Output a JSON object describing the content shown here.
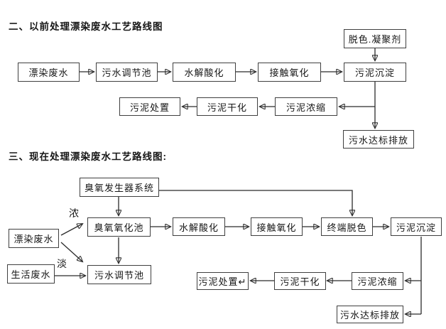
{
  "colors": {
    "background": "#ffffff",
    "box_border": "#3f3f3f",
    "line": "#2b2b2b",
    "text": "#161616"
  },
  "prev": {
    "title": "二、以前处理漂染废水工艺路线图",
    "nodes": {
      "dye_wastewater": "漂染废水",
      "adjust_tank": "污水调节池",
      "hydrolysis_acidification": "水解酸化",
      "contact_oxidation": "接触氧化",
      "sludge_sedimentation": "污泥沉淀",
      "decolor_coagulant": "脱色.凝聚剂",
      "sludge_disposal": "污泥处置",
      "sludge_drying": "污泥干化",
      "sludge_thickening": "污泥浓缩",
      "discharge_standard": "污水达标排放"
    }
  },
  "current": {
    "title": "三、现在处理漂染废水工艺路线图:",
    "nodes": {
      "ozone_generator_system": "臭氧发生器系统",
      "ozone_oxidation_tank": "臭氧氧化池",
      "hydrolysis_acidification": "水解酸化",
      "contact_oxidation": "接触氧化",
      "terminal_decolor": "终端脱色",
      "sludge_sedimentation": "污泥沉淀",
      "dye_wastewater": "漂染废水",
      "domestic_wastewater": "生活废水",
      "adjust_tank": "污水调节池",
      "sludge_disposal": "污泥处置↵",
      "sludge_drying": "污泥干化",
      "sludge_thickening": "污泥浓缩",
      "discharge_standard": "污水达标排放"
    },
    "edge_labels": {
      "concentrated": "浓",
      "dilute": "淡"
    }
  }
}
